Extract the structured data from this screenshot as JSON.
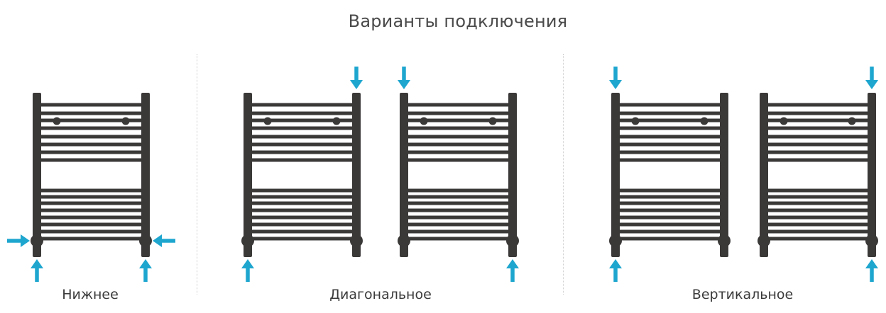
{
  "title": "Варианты подключения",
  "groups": [
    {
      "label": "Нижнее",
      "connection": "bottom"
    },
    {
      "label": "Диагональное",
      "connection": "diagonal"
    },
    {
      "label": "Вертикальное",
      "connection": "vertical"
    }
  ],
  "colors": {
    "frame": "#3b3838",
    "arrow": "#1ea6cf",
    "title": "#4a4a4a",
    "label": "#3a3a3a",
    "divider": "#cfcfcf"
  }
}
